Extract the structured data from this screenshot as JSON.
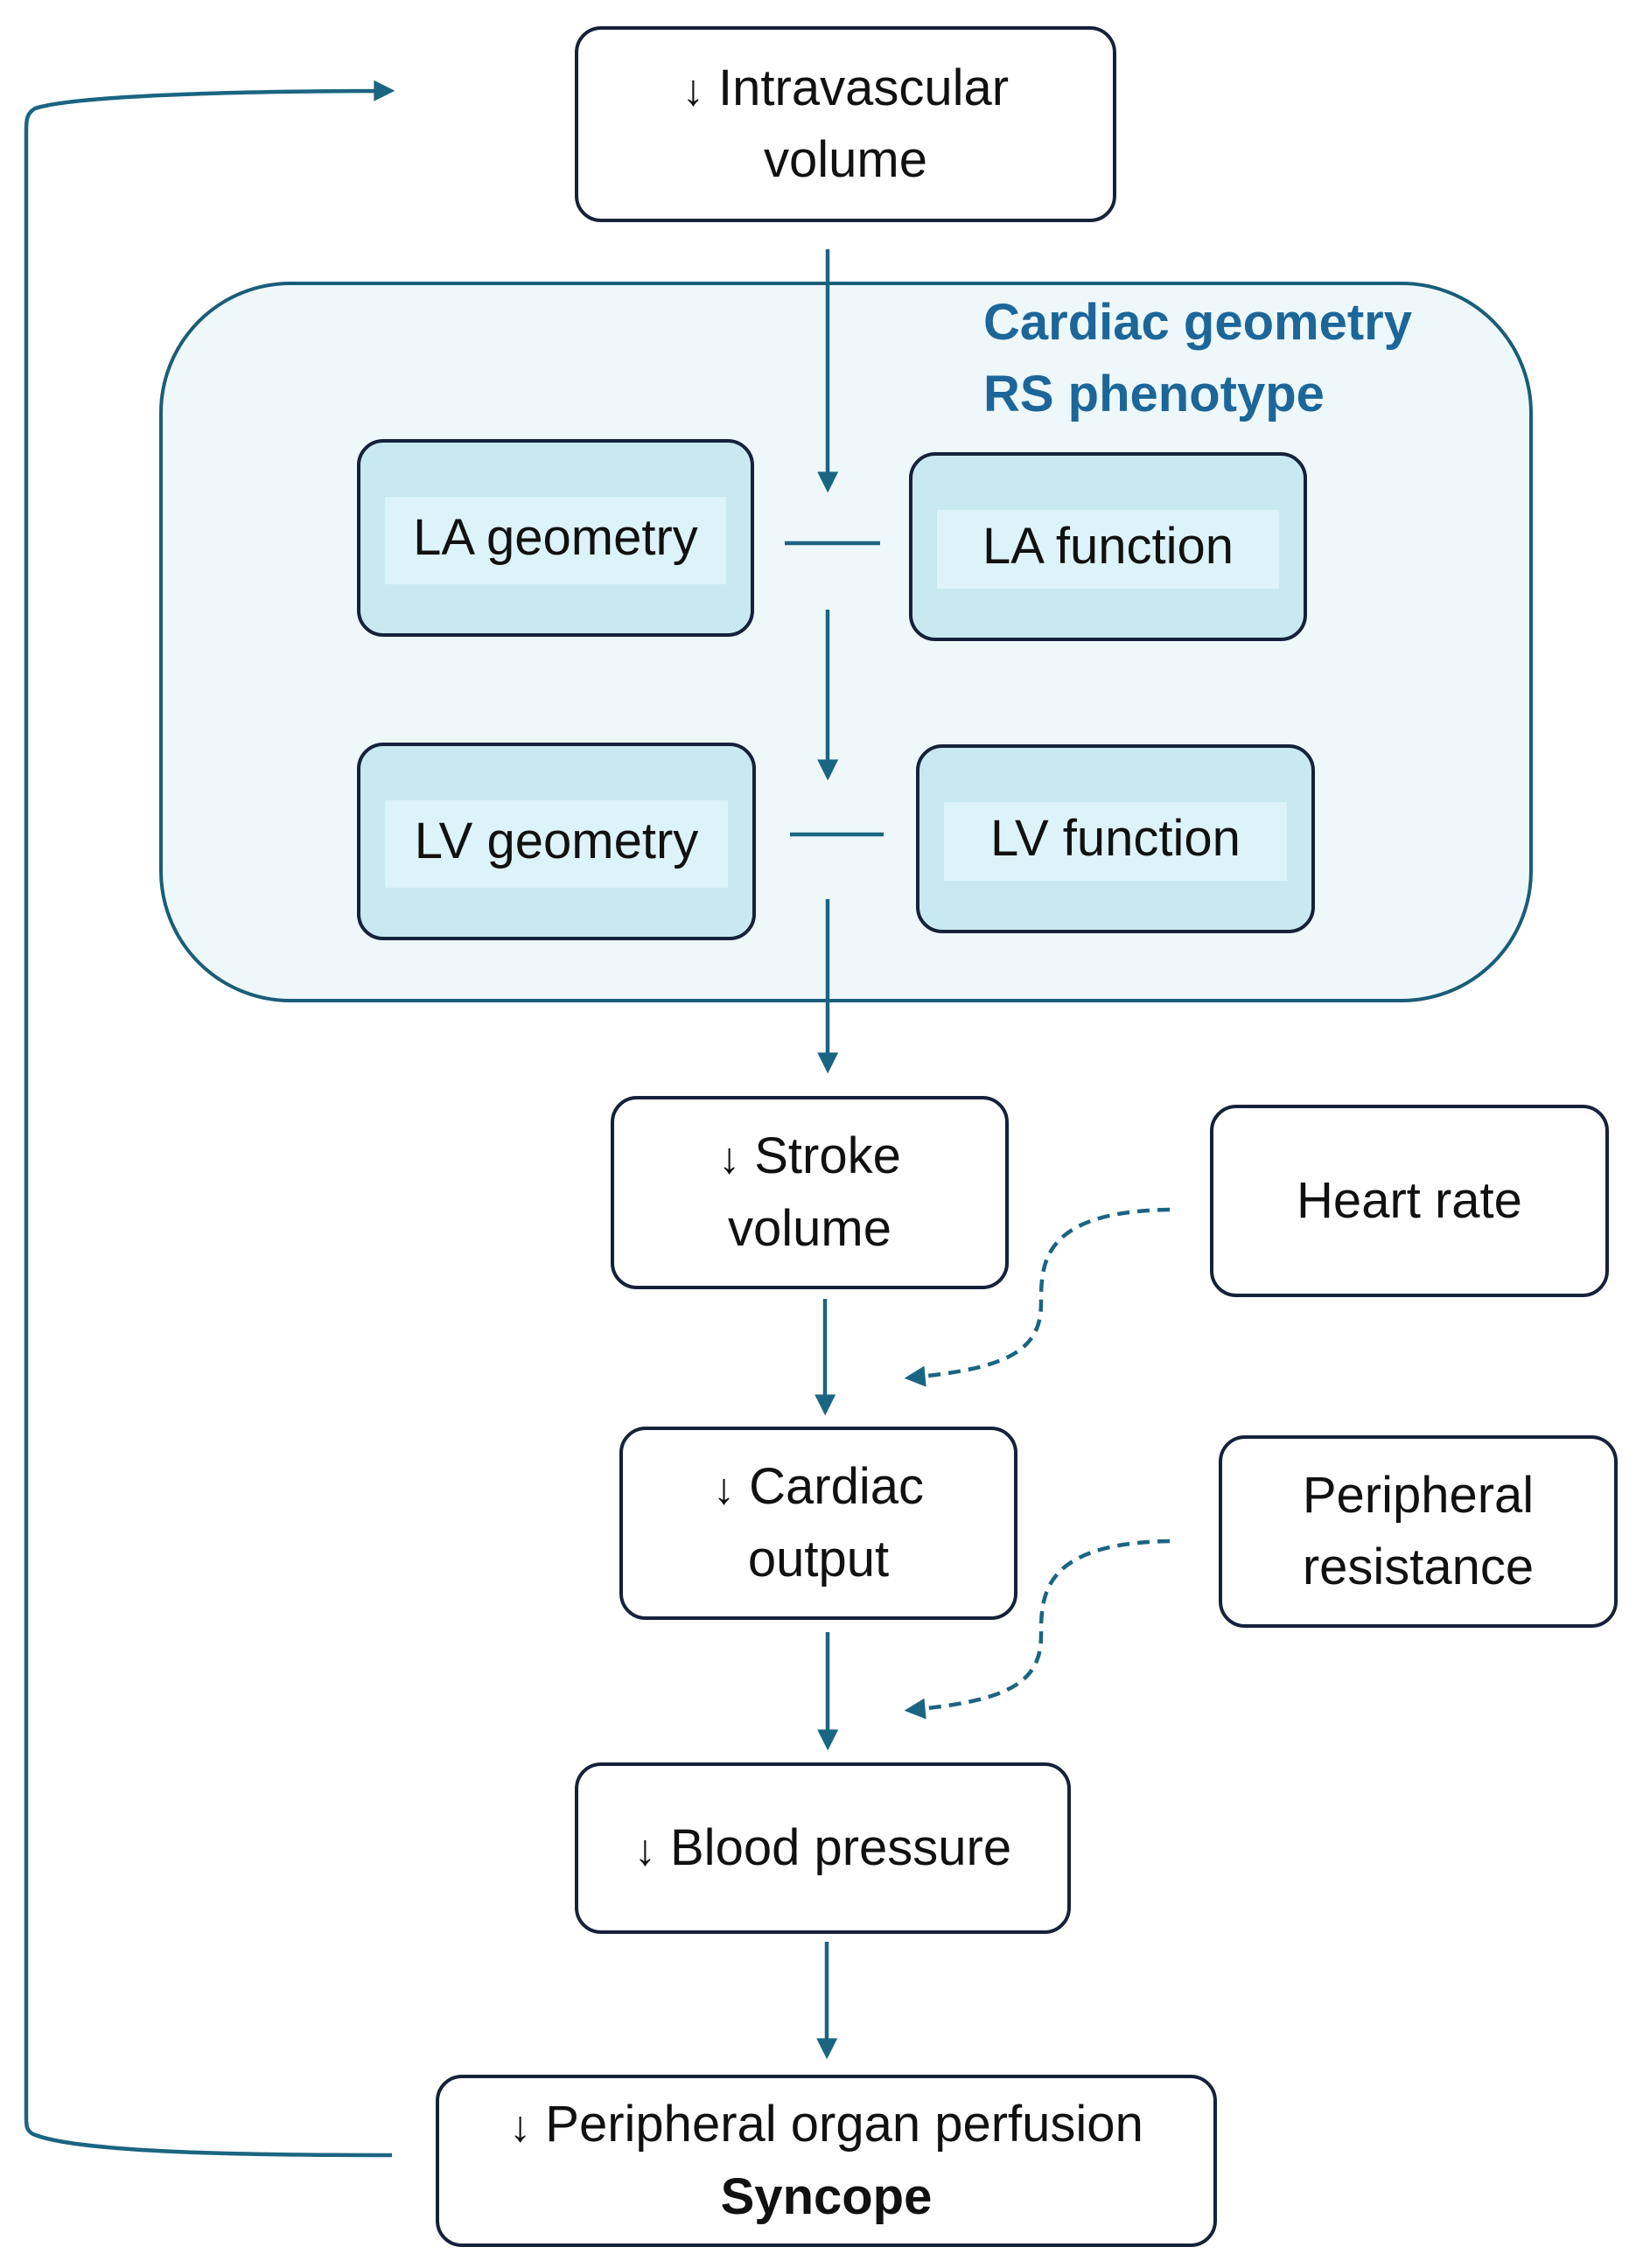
{
  "group": {
    "title_line1": "Cardiac geometry",
    "title_line2": "RS phenotype"
  },
  "nodes": {
    "intravascular": {
      "arrow": "↓",
      "line1": "Intravascular",
      "line2": "volume"
    },
    "la_geometry": {
      "label": "LA geometry"
    },
    "la_function": {
      "label": "LA function"
    },
    "lv_geometry": {
      "label": "LV geometry"
    },
    "lv_function": {
      "label": "LV function"
    },
    "stroke_volume": {
      "arrow": "↓",
      "line1": "Stroke",
      "line2": "volume"
    },
    "heart_rate": {
      "label": "Heart rate"
    },
    "cardiac_output": {
      "arrow": "↓",
      "line1": "Cardiac",
      "line2": "output"
    },
    "peripheral_resistance": {
      "line1": "Peripheral",
      "line2": "resistance"
    },
    "blood_pressure": {
      "arrow": "↓",
      "label": "Blood pressure"
    },
    "perfusion": {
      "arrow": "↓",
      "line1": "Peripheral organ perfusion",
      "line2": "Syncope"
    }
  },
  "colors": {
    "arrow": "#1a6582",
    "node_border": "#16213a",
    "group_border": "#1a5d78",
    "group_fill": "#eef8fb",
    "inner_fill": "#c8e9f2",
    "title": "#1c6699"
  }
}
